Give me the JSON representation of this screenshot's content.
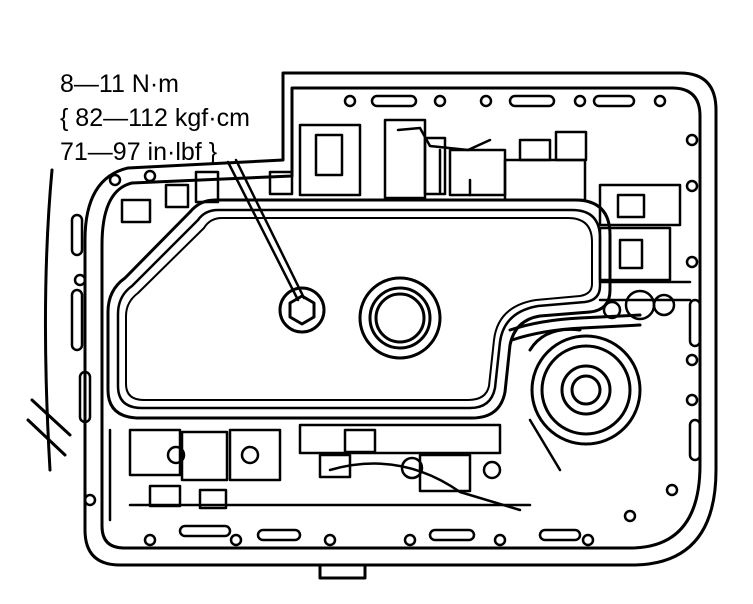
{
  "torque_spec": {
    "line1": "8—11 N·m",
    "line2": "{ 82—112 kgf·cm",
    "line3": "71—97 in·lbf }"
  },
  "colors": {
    "ink": "#000000",
    "paper": "#ffffff"
  },
  "icons": [
    "bolt-icon",
    "filter-outlet-icon",
    "accumulator-piston-icon"
  ]
}
